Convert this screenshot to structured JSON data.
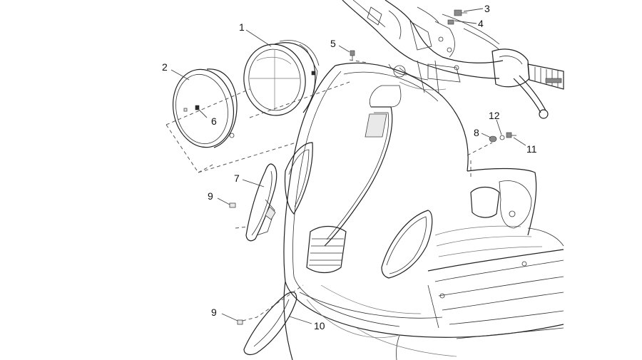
{
  "callouts": [
    {
      "id": "1",
      "text": "1"
    },
    {
      "id": "2",
      "text": "2"
    },
    {
      "id": "3",
      "text": "3"
    },
    {
      "id": "4",
      "text": "4"
    },
    {
      "id": "5",
      "text": "5"
    },
    {
      "id": "6",
      "text": "6"
    },
    {
      "id": "7",
      "text": "7"
    },
    {
      "id": "8",
      "text": "8"
    },
    {
      "id": "9a",
      "text": "9"
    },
    {
      "id": "9b",
      "text": "9"
    },
    {
      "id": "10",
      "text": "10"
    },
    {
      "id": "11",
      "text": "11"
    },
    {
      "id": "12",
      "text": "12"
    }
  ]
}
